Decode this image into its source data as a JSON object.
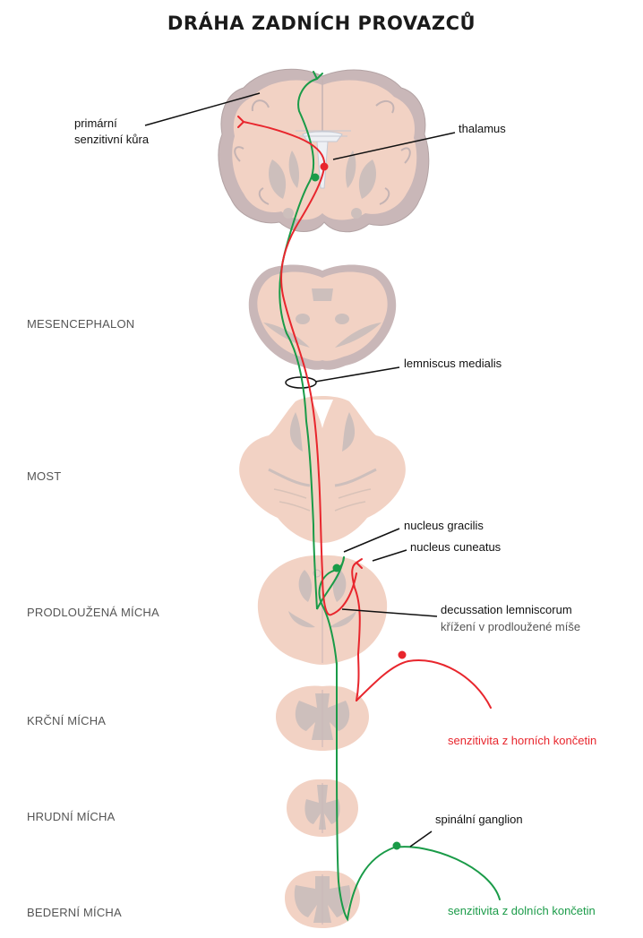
{
  "title": "DRÁHA ZADNÍCH PROVAZCŮ",
  "levels": {
    "mesencephalon": "MESENCEPHALON",
    "most": "MOST",
    "prodlouzena": "PRODLOUŽENÁ MÍCHA",
    "krcni": "KRČNÍ MÍCHA",
    "hrudni": "HRUDNÍ MÍCHA",
    "bederni": "BEDERNÍ MÍCHA"
  },
  "callouts": {
    "cortex_line1": "primární",
    "cortex_line2": "senzitivní kůra",
    "thalamus": "thalamus",
    "lemniscus": "lemniscus medialis",
    "gracilis": "nucleus gracilis",
    "cuneatus": "nucleus cuneatus",
    "decussation": "decussation lemniscorum",
    "decussation_sub": "křížení v prodloužené míše",
    "ganglion": "spinální ganglion",
    "upper_limbs": "senzitivita z horních končetin",
    "lower_limbs": "senzitivita z dolních končetin"
  },
  "colors": {
    "upper_pathway": "#e8262d",
    "lower_pathway": "#1a9b48",
    "tissue": "#f2d2c4",
    "grey_matter": "#cdbfbc",
    "outline": "#b9aaa8"
  }
}
